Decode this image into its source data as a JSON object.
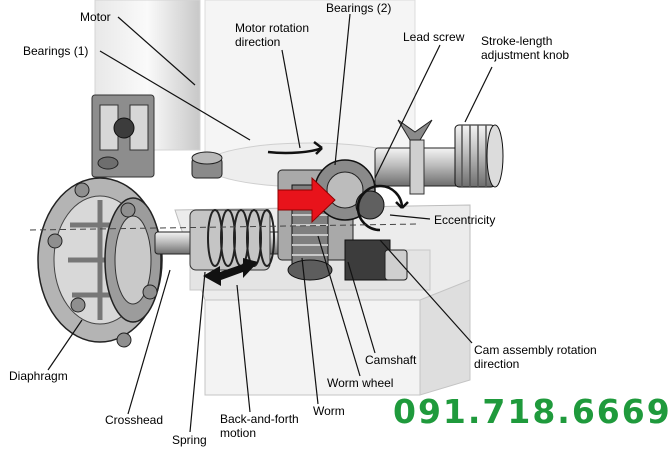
{
  "labels": {
    "motor": "Motor",
    "bearings_1": "Bearings (1)",
    "motor_rotation_line1": "Motor rotation",
    "motor_rotation_line2": "direction",
    "bearings_2": "Bearings (2)",
    "lead_screw": "Lead screw",
    "stroke_knob_line1": "Stroke-length",
    "stroke_knob_line2": "adjustment knob",
    "eccentricity": "Eccentricity",
    "diaphragm": "Diaphragm",
    "crosshead": "Crosshead",
    "spring": "Spring",
    "back_forth_line1": "Back-and-forth",
    "back_forth_line2": "motion",
    "worm": "Worm",
    "worm_wheel": "Worm wheel",
    "camshaft": "Camshaft",
    "cam_rotation_line1": "Cam assembly rotation",
    "cam_rotation_line2": "direction"
  },
  "phone": "091.718.6669",
  "colors": {
    "phone": "#1f9a3c",
    "arrow_red": "#e8131b",
    "metal": "#9a9a9a",
    "outline": "#222222"
  }
}
